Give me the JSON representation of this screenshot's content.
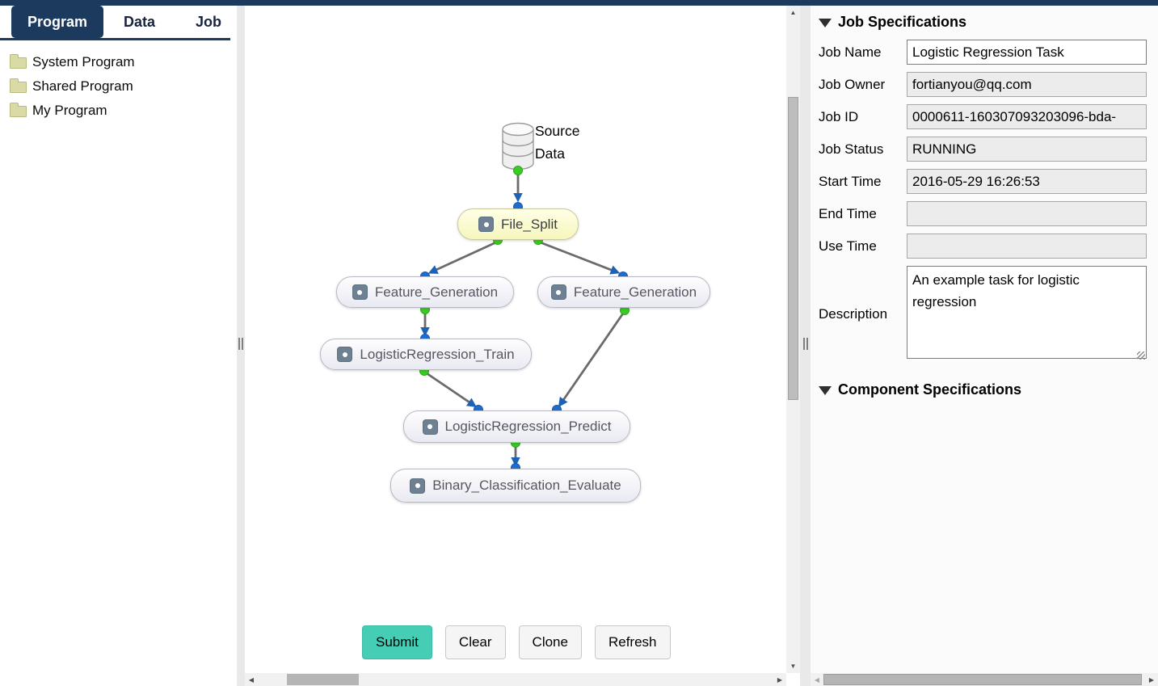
{
  "topbar": {
    "color": "#1c3a5e"
  },
  "sidebar": {
    "tabs": [
      {
        "label": "Program",
        "active": true
      },
      {
        "label": "Data",
        "active": false
      },
      {
        "label": "Job",
        "active": false
      }
    ],
    "folders": [
      {
        "label": "System Program"
      },
      {
        "label": "Shared Program"
      },
      {
        "label": "My Program"
      }
    ]
  },
  "canvas": {
    "source_node": {
      "line1": "Source",
      "line2": "Data"
    },
    "nodes": [
      {
        "label": "File_Split",
        "highlighted": true
      },
      {
        "label": "Feature_Generation",
        "highlighted": false
      },
      {
        "label": "Feature_Generation",
        "highlighted": false
      },
      {
        "label": "LogisticRegression_Train",
        "highlighted": false
      },
      {
        "label": "LogisticRegression_Predict",
        "highlighted": false
      },
      {
        "label": "Binary_Classification_Evaluate",
        "highlighted": false
      }
    ],
    "edges": [
      "Source Data -> File_Split",
      "File_Split -> Feature_Generation (left)",
      "File_Split -> Feature_Generation (right)",
      "Feature_Generation (left) -> LogisticRegression_Train",
      "LogisticRegression_Train -> LogisticRegression_Predict",
      "Feature_Generation (right) -> LogisticRegression_Predict",
      "LogisticRegression_Predict -> Binary_Classification_Evaluate"
    ],
    "buttons": [
      {
        "label": "Submit",
        "primary": true
      },
      {
        "label": "Clear",
        "primary": false
      },
      {
        "label": "Clone",
        "primary": false
      },
      {
        "label": "Refresh",
        "primary": false
      }
    ]
  },
  "right_panel": {
    "job_section_title": "Job Specifications",
    "component_section_title": "Component Specifications",
    "fields": [
      {
        "label": "Job Name",
        "value": "Logistic Regression Task",
        "editable": true
      },
      {
        "label": "Job Owner",
        "value": "fortianyou@qq.com",
        "editable": false
      },
      {
        "label": "Job ID",
        "value": "0000611-160307093203096-bda-",
        "editable": false
      },
      {
        "label": "Job Status",
        "value": "RUNNING",
        "editable": false
      },
      {
        "label": "Start Time",
        "value": "2016-05-29 16:26:53",
        "editable": false
      },
      {
        "label": "End Time",
        "value": "",
        "editable": false
      },
      {
        "label": "Use Time",
        "value": "",
        "editable": false
      }
    ],
    "description": {
      "label": "Description",
      "value": "An example task for logistic regression"
    }
  },
  "colors": {
    "navy": "#1c3a5e",
    "submit_teal": "#45cdb5",
    "node_highlight_yellow": "#f9f9cf",
    "port_green": "#3acb25",
    "port_blue": "#1e6ed1",
    "arrowhead_blue": "#1e62b5",
    "edge_grey": "#6b6b6b"
  }
}
